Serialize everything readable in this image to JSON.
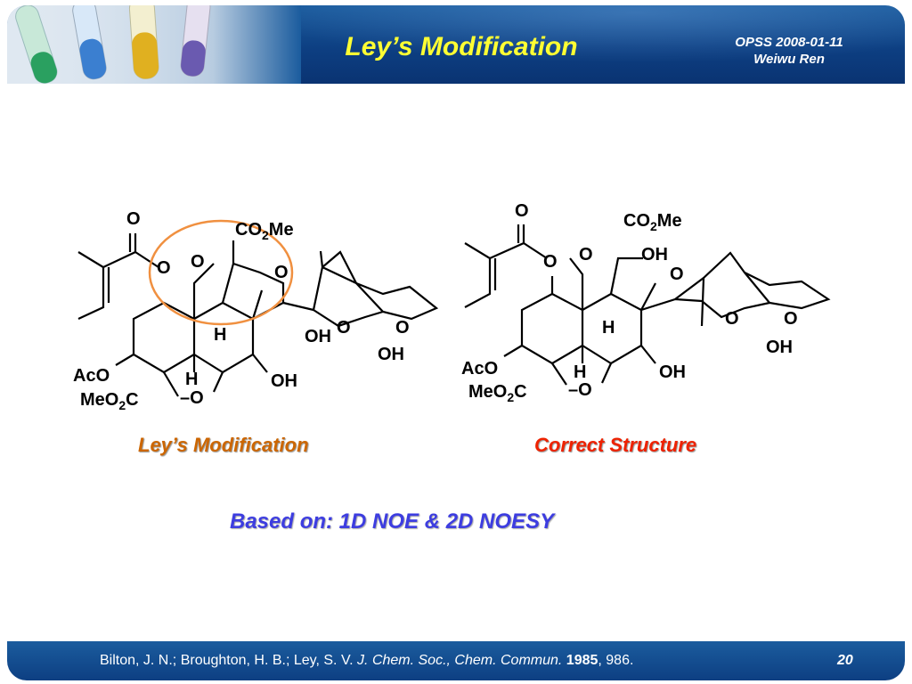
{
  "header": {
    "title": "Ley’s Modification",
    "meta_line1": "OPSS 2008-01-11",
    "meta_line2": "Weiwu Ren"
  },
  "structures": {
    "left_label": "Ley’s Modification",
    "right_label": "Correct Structure",
    "atoms": {
      "O": "O",
      "OH": "OH",
      "H": "H",
      "AcO": "AcO",
      "MeO2C": "MeO2C",
      "CO2Me": "CO2Me",
      "O_dash": "–O"
    }
  },
  "basis": "Based on: 1D NOE & 2D NOESY",
  "footer": {
    "authors": "Bilton, J. N.; Broughton, H. B.; Ley, S. V.",
    "journal": "J. Chem. Soc., Chem. Commun.",
    "year": "1985",
    "pages": ", 986.",
    "page_number": "20"
  },
  "colors": {
    "title": "#ffff33",
    "left_label": "#cc6600",
    "right_label": "#ee2200",
    "basis": "#3d3de0",
    "highlight_circle": "#f09040",
    "header_bg": "#0d3f82"
  }
}
